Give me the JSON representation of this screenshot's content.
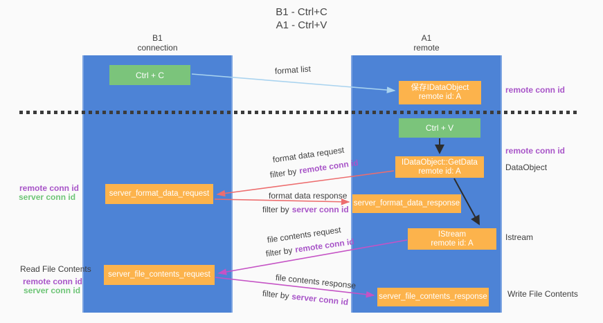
{
  "title": {
    "line1": "B1 - Ctrl+C",
    "line2": "A1 - Ctrl+V"
  },
  "lanes": {
    "left": {
      "header_line1": "B1",
      "header_line2": "connection"
    },
    "right": {
      "header_line1": "A1",
      "header_line2": "remote"
    }
  },
  "boxes": {
    "ctrl_c": {
      "label": "Ctrl + C"
    },
    "ctrl_v": {
      "label": "Ctrl + V"
    },
    "save_idataobject": {
      "line1": "保存IDataObject",
      "line2": "remote id: A"
    },
    "getdata": {
      "line1": "IDataObject::GetData",
      "line2": "remote id: A"
    },
    "server_format_data_request": {
      "label": "server_format_data_request"
    },
    "server_format_data_response": {
      "label": "server_format_data_response"
    },
    "istream": {
      "line1": "IStream",
      "line2": "remote id: A"
    },
    "server_file_contents_request": {
      "label": "server_file_contents_request"
    },
    "server_file_contents_response": {
      "label": "server_file_contents_response"
    }
  },
  "annotations": {
    "format_list": "format list",
    "format_data_request": "format data request",
    "format_data_response": "format data response",
    "file_contents_request": "file contents request",
    "file_contents_response": "file contents response",
    "filter_by": "filter by",
    "remote_conn_id": "remote conn id",
    "server_conn_id": "server conn id"
  },
  "side_labels": {
    "remote_conn_id": "remote conn id",
    "server_conn_id": "server conn id",
    "dataobject": "DataObject",
    "istream": "Istream",
    "read_file_contents": "Read File Contents",
    "write_file_contents": "Write File Contents"
  },
  "colors": {
    "lane_blue": "#4d83d6",
    "box_orange": "#fcb34c",
    "box_green": "#7bc47b",
    "arrow_light_blue": "#a9d3ef",
    "arrow_red": "#ed6d6e",
    "arrow_magenta": "#c553c5",
    "arrow_black": "#2d2d2d",
    "text_purple": "#a855c8",
    "text_green": "#6ec577",
    "text_dark": "#3c3c3c",
    "background": "#fafafa",
    "dashed_line": "#3b3b3b"
  }
}
